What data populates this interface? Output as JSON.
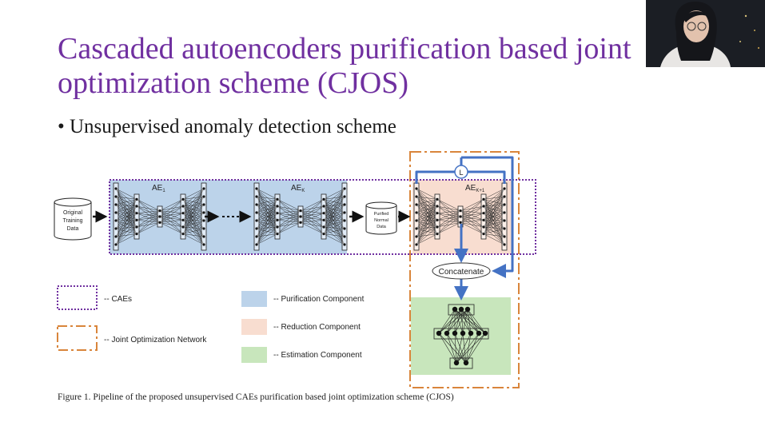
{
  "slide": {
    "title_line1": "Cascaded autoencoders purification based joint",
    "title_line2": "optimization scheme (CJOS)",
    "bullet": "• Unsupervised anomaly detection scheme",
    "caption": "Figure 1. Pipeline of the proposed unsupervised CAEs purification based joint optimization scheme (CJOS)"
  },
  "diagram": {
    "original_data_line1": "Original",
    "original_data_line2": "Training",
    "original_data_line3": "Data",
    "purified_data_line1": "Purified",
    "purified_data_line2": "Normal",
    "purified_data_line3": "Data",
    "ae1_label": "AE",
    "ae1_sub": "1",
    "aek_label": "AE",
    "aek_sub": "K",
    "aek1_label": "AE",
    "aek1_sub": "K+1",
    "loss_label": "L",
    "concatenate_label": "Concatenate",
    "legend": {
      "caes": "-- CAEs",
      "joint": "-- Joint Optimization Network",
      "purification": "-- Purification Component",
      "reduction": "-- Reduction Component",
      "estimation": "-- Estimation Component"
    },
    "colors": {
      "purification": "#bcd3ea",
      "reduction": "#f8ddd0",
      "estimation": "#c8e6bc",
      "caes_border": "#7030a0",
      "joint_border": "#d9853b",
      "arrow_blue": "#4472c4",
      "title_purple": "#7030a0"
    }
  }
}
